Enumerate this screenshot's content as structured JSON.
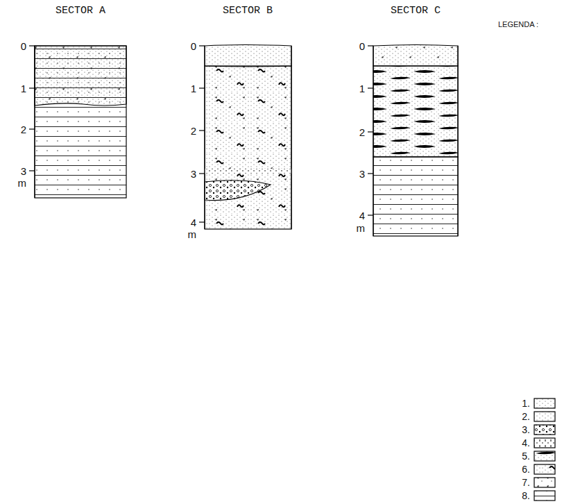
{
  "diagram": {
    "labels": [
      "SECTOR A",
      "SECTOR B",
      "SECTOR C",
      "LEGENDA :",
      "0",
      "1",
      "2",
      "3",
      "m",
      "0",
      "1",
      "2",
      "3",
      "4",
      "m",
      "0",
      "1",
      "2",
      "3",
      "4",
      "m"
    ],
    "legend": [
      {
        "text": "1."
      },
      {
        "text": "2."
      },
      {
        "text": "3."
      },
      {
        "text": "4."
      },
      {
        "text": "5."
      },
      {
        "text": "6."
      },
      {
        "text": "7."
      },
      {
        "text": "8."
      }
    ]
  }
}
